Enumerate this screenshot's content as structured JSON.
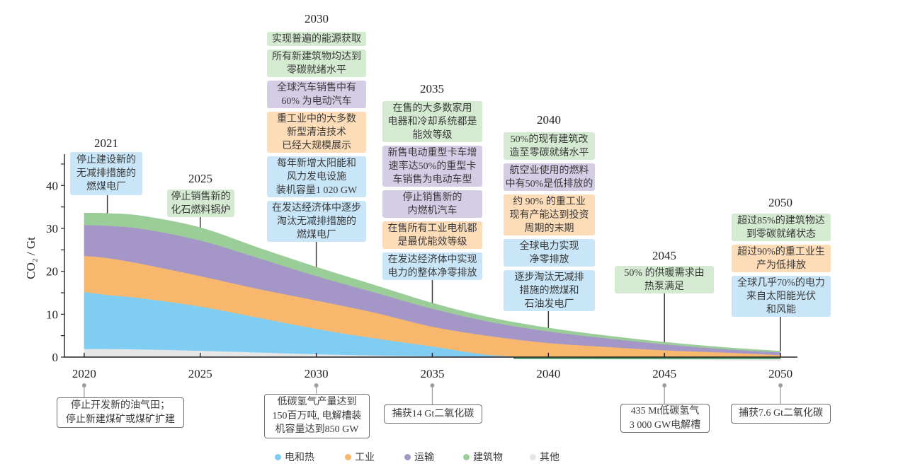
{
  "chart_data": {
    "type": "area",
    "stacked": true,
    "ylabel": "CO₂ / Gt",
    "xlim": [
      2019.15,
      2050.73
    ],
    "ylim": [
      0,
      47.3
    ],
    "x_ticks": [
      "2020",
      "2025",
      "2030",
      "2035",
      "2040",
      "2045",
      "2050"
    ],
    "y_ticks": [
      "0",
      "10",
      "20",
      "30",
      "40"
    ],
    "y_minor_step": 5,
    "legend_position": "bottom",
    "x": [
      2020,
      2021,
      2022.5,
      2025,
      2027.5,
      2030,
      2032.5,
      2035,
      2037.5,
      2040,
      2042.5,
      2045,
      2047.5,
      2050
    ],
    "series": [
      {
        "name": "其他",
        "color": "#e6e6e6",
        "box_color": "#f2f2f2",
        "values": [
          1.9,
          1.9,
          1.8,
          1.5,
          1.1,
          0.7,
          0.4,
          0.2,
          0.0,
          -0.4,
          -0.5,
          -0.6,
          -0.7,
          -0.8
        ]
      },
      {
        "name": "电和热",
        "color": "#7fcdf2",
        "box_color": "#c8e6f8",
        "values": [
          13.3,
          12.6,
          11.9,
          10.3,
          8.1,
          5.9,
          4.0,
          2.3,
          0.5,
          0.0,
          0.0,
          0.0,
          0.0,
          0.0
        ]
      },
      {
        "name": "工业",
        "color": "#f7b86d",
        "box_color": "#fddcb8",
        "values": [
          8.4,
          8.6,
          8.0,
          7.1,
          6.7,
          6.6,
          6.0,
          4.6,
          4.4,
          3.3,
          2.4,
          1.6,
          1.1,
          0.5
        ]
      },
      {
        "name": "运输",
        "color": "#a596c8",
        "box_color": "#d5cde6",
        "values": [
          7.2,
          7.5,
          8.2,
          8.3,
          7.2,
          5.7,
          4.7,
          4.2,
          3.3,
          2.7,
          2.0,
          1.4,
          0.8,
          0.6
        ]
      },
      {
        "name": "建筑物",
        "color": "#9acd98",
        "box_color": "#d4ead1",
        "values": [
          2.8,
          2.9,
          3.0,
          3.0,
          2.4,
          2.1,
          1.7,
          1.3,
          1.0,
          0.8,
          0.6,
          0.5,
          0.4,
          0.3
        ]
      }
    ]
  },
  "top_milestones": [
    {
      "year": "2021",
      "items": [
        {
          "sector": "电和热",
          "text": "停止建设新的\n无减排措施的\n燃煤电厂"
        }
      ]
    },
    {
      "year": "2025",
      "items": [
        {
          "sector": "建筑物",
          "text": "停止销售新的\n化石燃料锅炉"
        }
      ]
    },
    {
      "year": "2030",
      "items": [
        {
          "sector": "建筑物",
          "text": "实现普遍的能源获取"
        },
        {
          "sector": "建筑物",
          "text": "所有新建筑物均达到\n零碳就绪水平"
        },
        {
          "sector": "运输",
          "text": "全球汽车销售中有\n60% 为电动汽车"
        },
        {
          "sector": "工业",
          "text": "重工业中的大多数\n新型清洁技术\n已经大规模展示"
        },
        {
          "sector": "电和热",
          "text": "每年新增太阳能和\n风力发电设施\n装机容量1 020 GW"
        },
        {
          "sector": "电和热",
          "text": "在发达经济体中逐步\n淘汰无减排措施的\n燃煤电厂"
        }
      ]
    },
    {
      "year": "2035",
      "items": [
        {
          "sector": "建筑物",
          "text": "在售的大多数家用\n电器和冷却系统都是\n能效等级"
        },
        {
          "sector": "运输",
          "text": "新售电动重型卡车增\n速率达50%的重型卡\n车销售为电动车型"
        },
        {
          "sector": "运输",
          "text": "停止销售新的\n内燃机汽车"
        },
        {
          "sector": "工业",
          "text": "在售所有工业电机都\n是最优能效等级"
        },
        {
          "sector": "电和热",
          "text": "在发达经济体中实现\n电力的整体净零排放"
        }
      ]
    },
    {
      "year": "2040",
      "items": [
        {
          "sector": "建筑物",
          "text": "50%的现有建筑改\n造至零碳就绪水平"
        },
        {
          "sector": "运输",
          "text": "航空业使用的燃料\n中有50%是低排放的"
        },
        {
          "sector": "工业",
          "text": "约 90% 的重工业\n现有产能达到投资\n周期的末期"
        },
        {
          "sector": "电和热",
          "text": "全球电力实现\n净零排放"
        },
        {
          "sector": "电和热",
          "text": "逐步淘汰无减排\n措施的燃煤和\n石油发电厂"
        }
      ]
    },
    {
      "year": "2045",
      "items": [
        {
          "sector": "建筑物",
          "text": "50% 的供暖需求由\n热泵满足"
        }
      ]
    },
    {
      "year": "2050",
      "items": [
        {
          "sector": "建筑物",
          "text": "超过85%的建筑物达\n到零碳就绪状态"
        },
        {
          "sector": "工业",
          "text": "超过90%的重工业生\n产为低排放"
        },
        {
          "sector": "电和热",
          "text": "全球几乎70%的电力\n来自太阳能光伏\n和风能"
        }
      ]
    }
  ],
  "bottom_milestones": [
    {
      "year": 2020,
      "text": "停止开发新的油气田；\n停止新建煤矿或煤矿扩建"
    },
    {
      "year": 2030,
      "text": "低碳氢气产量达到\n150百万吨, 电解槽装\n机容量达到850 GW"
    },
    {
      "year": 2035,
      "text": "捕获14 Gt二氧化碳"
    },
    {
      "year": 2045,
      "text": "435 Mt低碳氢气\n3 000 GW电解槽"
    },
    {
      "year": 2050,
      "text": "捕获7.6 Gt二氧化碳"
    }
  ]
}
